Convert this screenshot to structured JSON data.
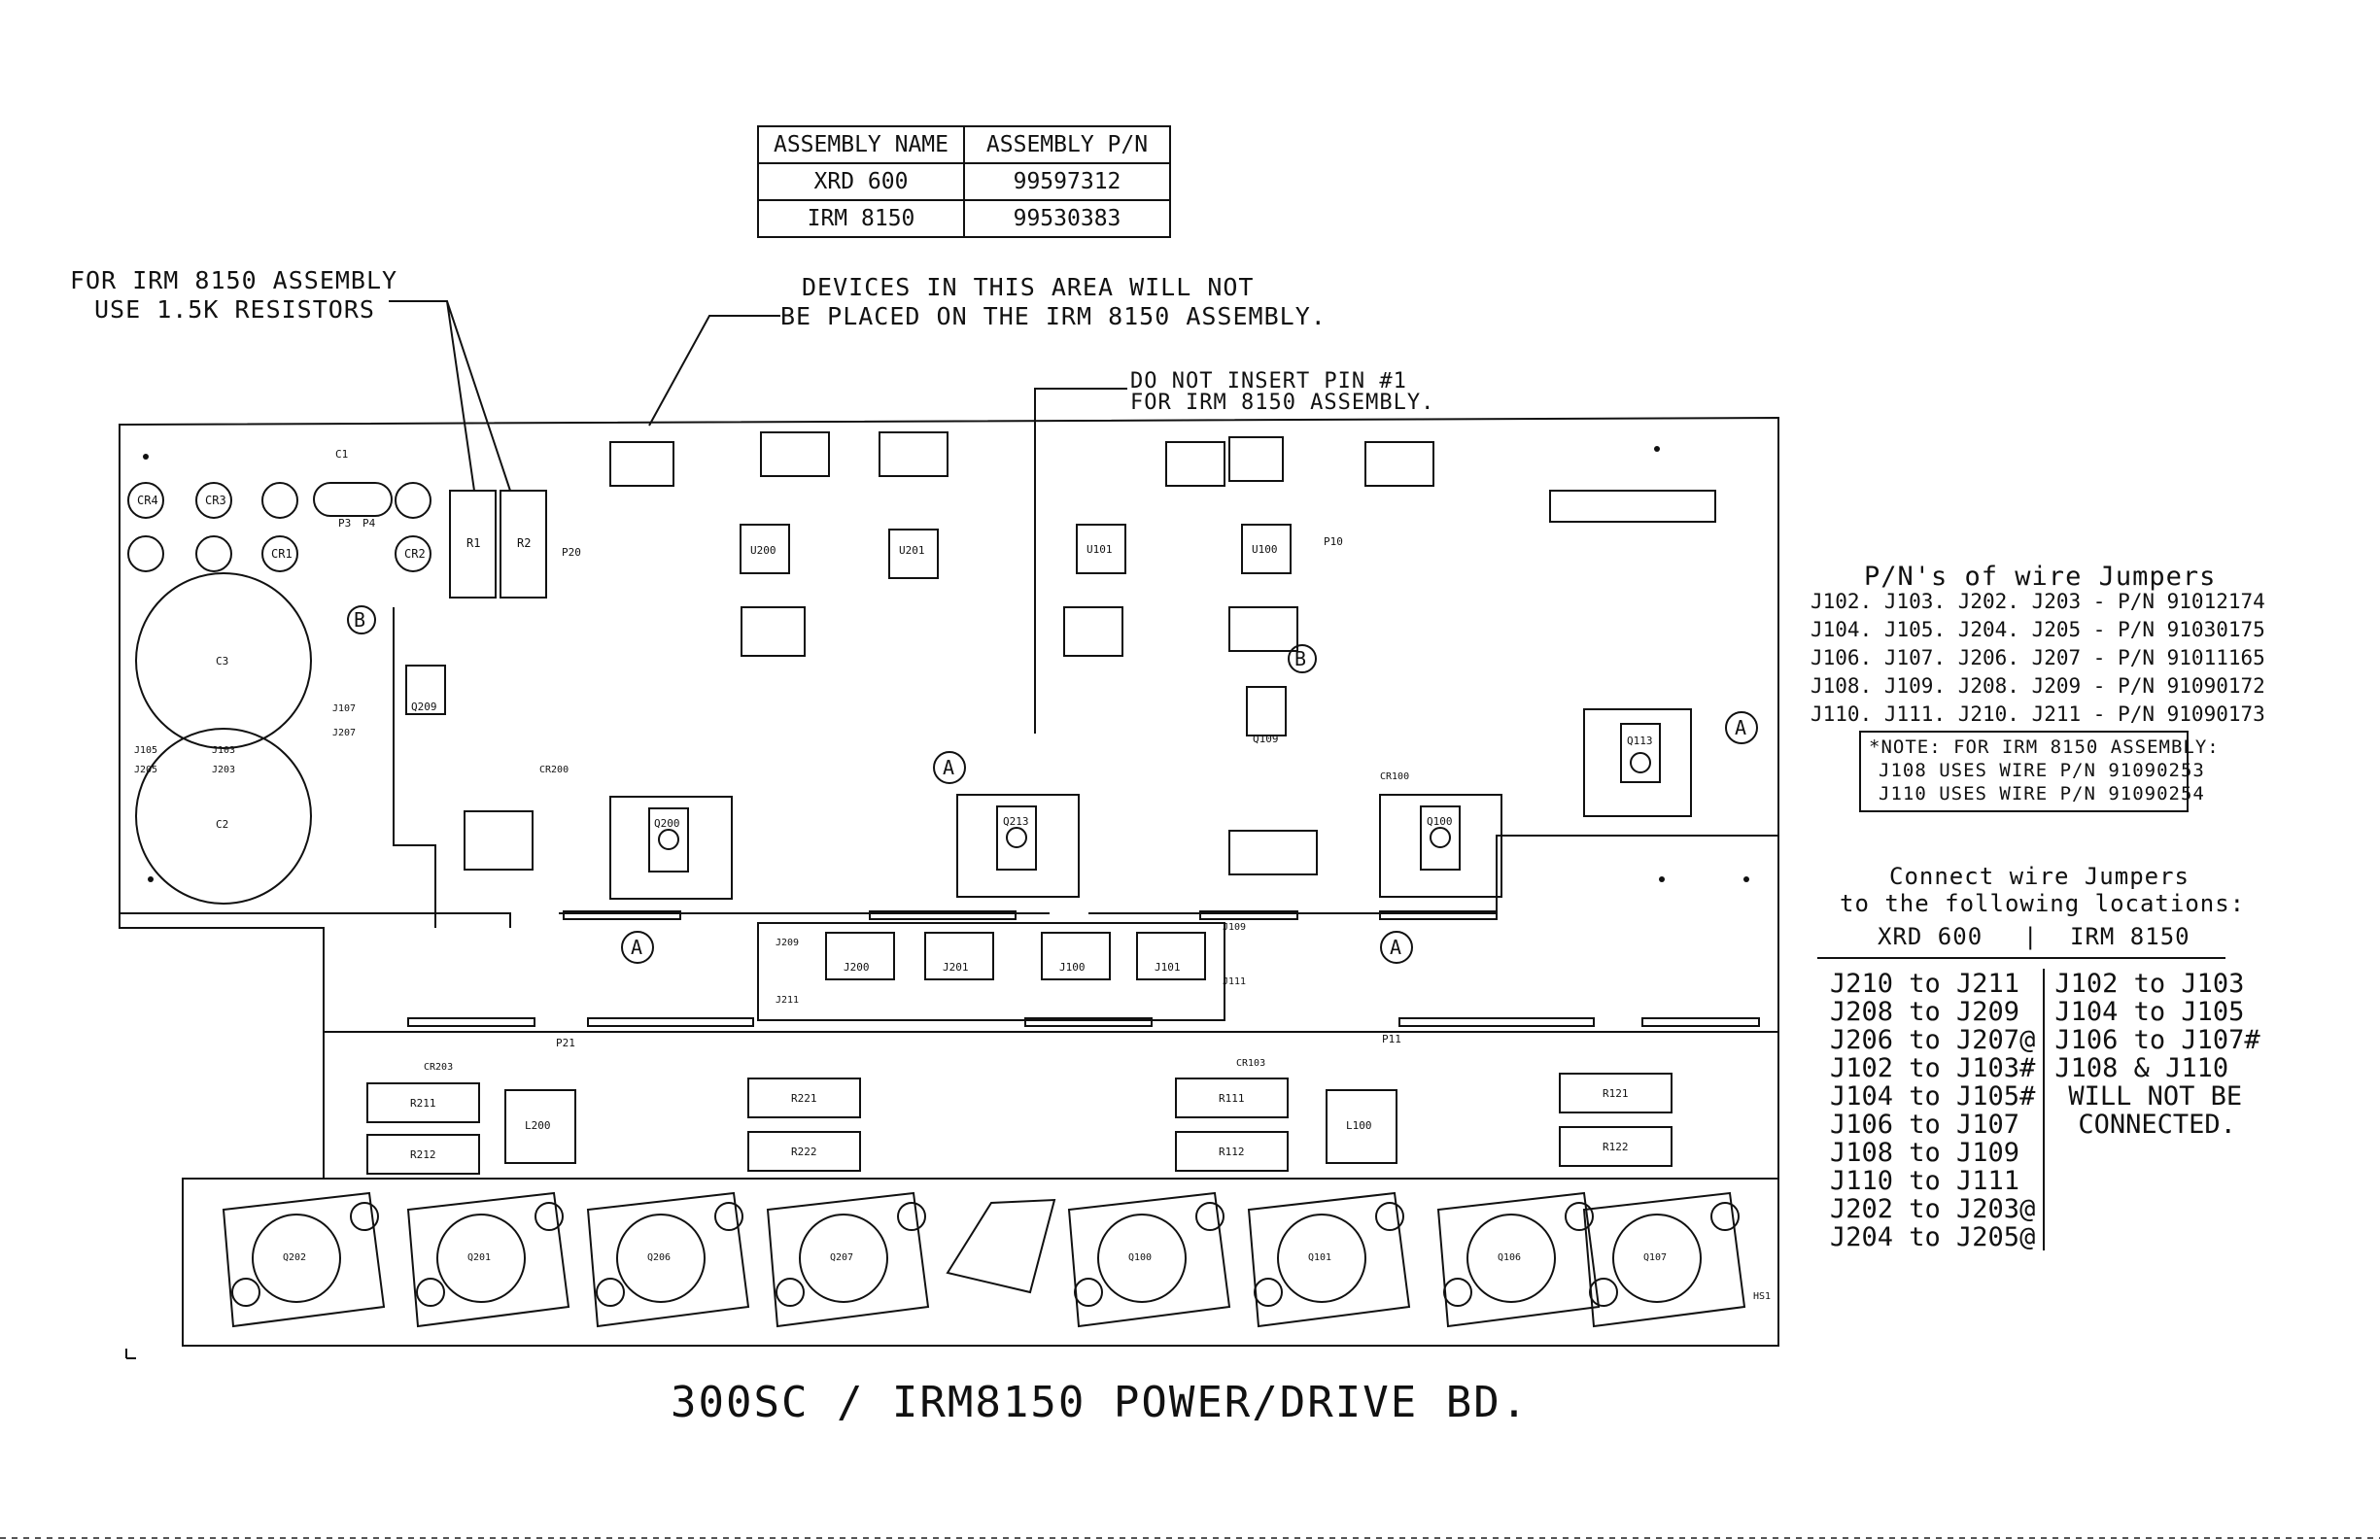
{
  "assembly_table": {
    "headers": [
      "ASSEMBLY NAME",
      "ASSEMBLY P/N"
    ],
    "rows": [
      [
        "XRD 600",
        "99597312"
      ],
      [
        "IRM 8150",
        "99530383"
      ]
    ]
  },
  "notes": {
    "resistor_note_line1": "FOR IRM 8150 ASSEMBLY",
    "resistor_note_line2": "USE 1.5K RESISTORS",
    "devices_note_line1": "DEVICES IN THIS AREA WILL NOT",
    "devices_note_line2": "BE PLACED ON THE IRM 8150 ASSEMBLY.",
    "pin_note_line1": "DO NOT INSERT PIN #1",
    "pin_note_line2": "FOR IRM 8150 ASSEMBLY."
  },
  "wire_jumpers": {
    "title": "P/N's of wire Jumpers",
    "lines": [
      "J102. J103. J202. J203 - P/N 91012174",
      "J104. J105. J204. J205 - P/N 91030175",
      "J106. J107. J206. J207 - P/N 91011165",
      "J108. J109. J208. J209 - P/N 91090172",
      "J110. J111. J210. J211 - P/N 91090173"
    ],
    "note_line1": "*NOTE: FOR IRM 8150 ASSEMBLY:",
    "note_line2": "J108 USES WIRE P/N 91090253",
    "note_line3": "J110 USES WIRE P/N 91090254"
  },
  "connect": {
    "title_line1": "Connect wire Jumpers",
    "title_line2": "to the following locations:",
    "col1_header": "XRD 600",
    "col2_header": "IRM 8150",
    "col1": [
      "J210 to J211",
      "J208 to J209",
      "J206 to J207@",
      "J102 to J103#",
      "J104 to J105#",
      "J106 to J107",
      "J108 to J109",
      "J110 to J111",
      "J202 to J203@",
      "J204 to J205@"
    ],
    "col2": [
      "J102 to J103",
      "J104 to J105",
      "J106 to J107#",
      "J108 & J110",
      "WILL NOT BE",
      "CONNECTED."
    ]
  },
  "board_labels": {
    "cr4": "CR4",
    "cr3": "CR3",
    "cr1": "CR1",
    "cr2": "CR2",
    "r1": "R1",
    "r2": "R2",
    "c1": "C1",
    "p3": "P3",
    "p4": "P4",
    "p20": "P20",
    "p10": "P10",
    "p11": "P11",
    "p21": "P21",
    "u200": "U200",
    "u201": "U201",
    "u101": "U101",
    "u100": "U100",
    "q200": "Q200",
    "q213": "Q213",
    "q100": "Q100",
    "q113": "Q113",
    "q209": "Q209",
    "q109": "Q109",
    "j200": "J200",
    "j201": "J201",
    "j100": "J100",
    "j101": "J101",
    "r211": "R211",
    "r212": "R212",
    "r221": "R221",
    "r222": "R222",
    "r111": "R111",
    "r112": "R112",
    "r121": "R121",
    "r122": "R122",
    "l200": "L200",
    "l100": "L100",
    "q202": "Q202",
    "q201": "Q201",
    "q206": "Q206",
    "q207": "Q207",
    "q100b": "Q100",
    "q101": "Q101",
    "q106": "Q106",
    "q107": "Q107",
    "hs1": "HS1",
    "c3": "C3",
    "c2": "C2",
    "a": "A",
    "b": "B",
    "j107": "J107",
    "j207": "J207",
    "j105": "J105",
    "j205": "J205",
    "j103": "J103",
    "j203": "J203",
    "j209": "J209",
    "j211": "J211",
    "j109": "J109",
    "j111": "J111",
    "cr200": "CR200",
    "cr203": "CR203",
    "cr100": "CR100",
    "cr103": "CR103"
  },
  "title": "300SC / IRM8150 POWER/DRIVE BD."
}
